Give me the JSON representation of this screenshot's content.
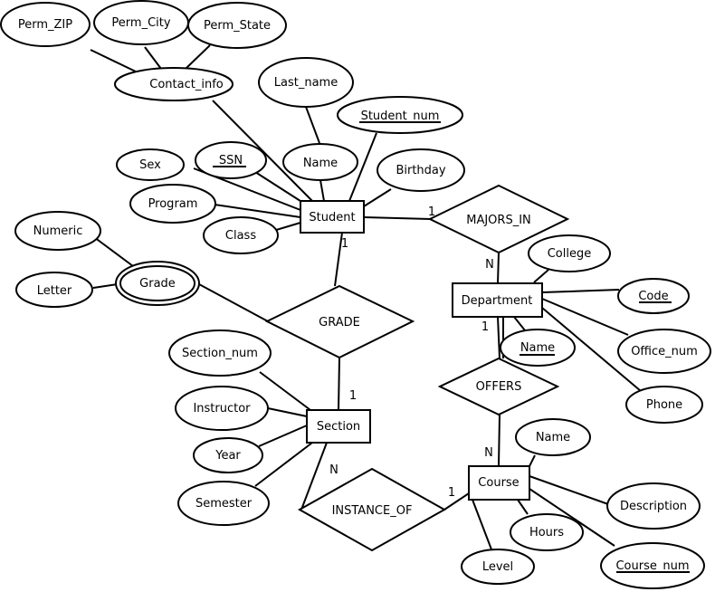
{
  "diagram": {
    "entities": {
      "student": "Student",
      "department": "Department",
      "section": "Section",
      "course": "Course"
    },
    "relationships": {
      "majors_in": "MAJORS_IN",
      "grade": "GRADE",
      "offers": "OFFERS",
      "instance_of": "INSTANCE_OF"
    },
    "attributes": {
      "perm_zip": "Perm_ZIP",
      "perm_city": "Perm_City",
      "perm_state": "Perm_State",
      "contact_info": "Contact_info",
      "last_name": "Last_name",
      "student_num": "Student_num",
      "sex": "Sex",
      "ssn": "SSN",
      "student_name": "Name",
      "birthday": "Birthday",
      "program": "Program",
      "class": "Class",
      "numeric": "Numeric",
      "letter": "Letter",
      "grade": "Grade",
      "college": "College",
      "code": "Code",
      "dept_name": "Name",
      "office_num": "Office_num",
      "phone": "Phone",
      "section_num": "Section_num",
      "instructor": "Instructor",
      "year": "Year",
      "semester": "Semester",
      "course_name": "Name",
      "description": "Description",
      "hours": "Hours",
      "level": "Level",
      "course_num": "Course_num"
    },
    "cardinalities": {
      "student_majors": "1",
      "majors_department": "N",
      "student_grade": "1",
      "grade_section": "1",
      "department_offers": "1",
      "offers_course": "N",
      "section_instance": "N",
      "instance_course": "1"
    }
  }
}
